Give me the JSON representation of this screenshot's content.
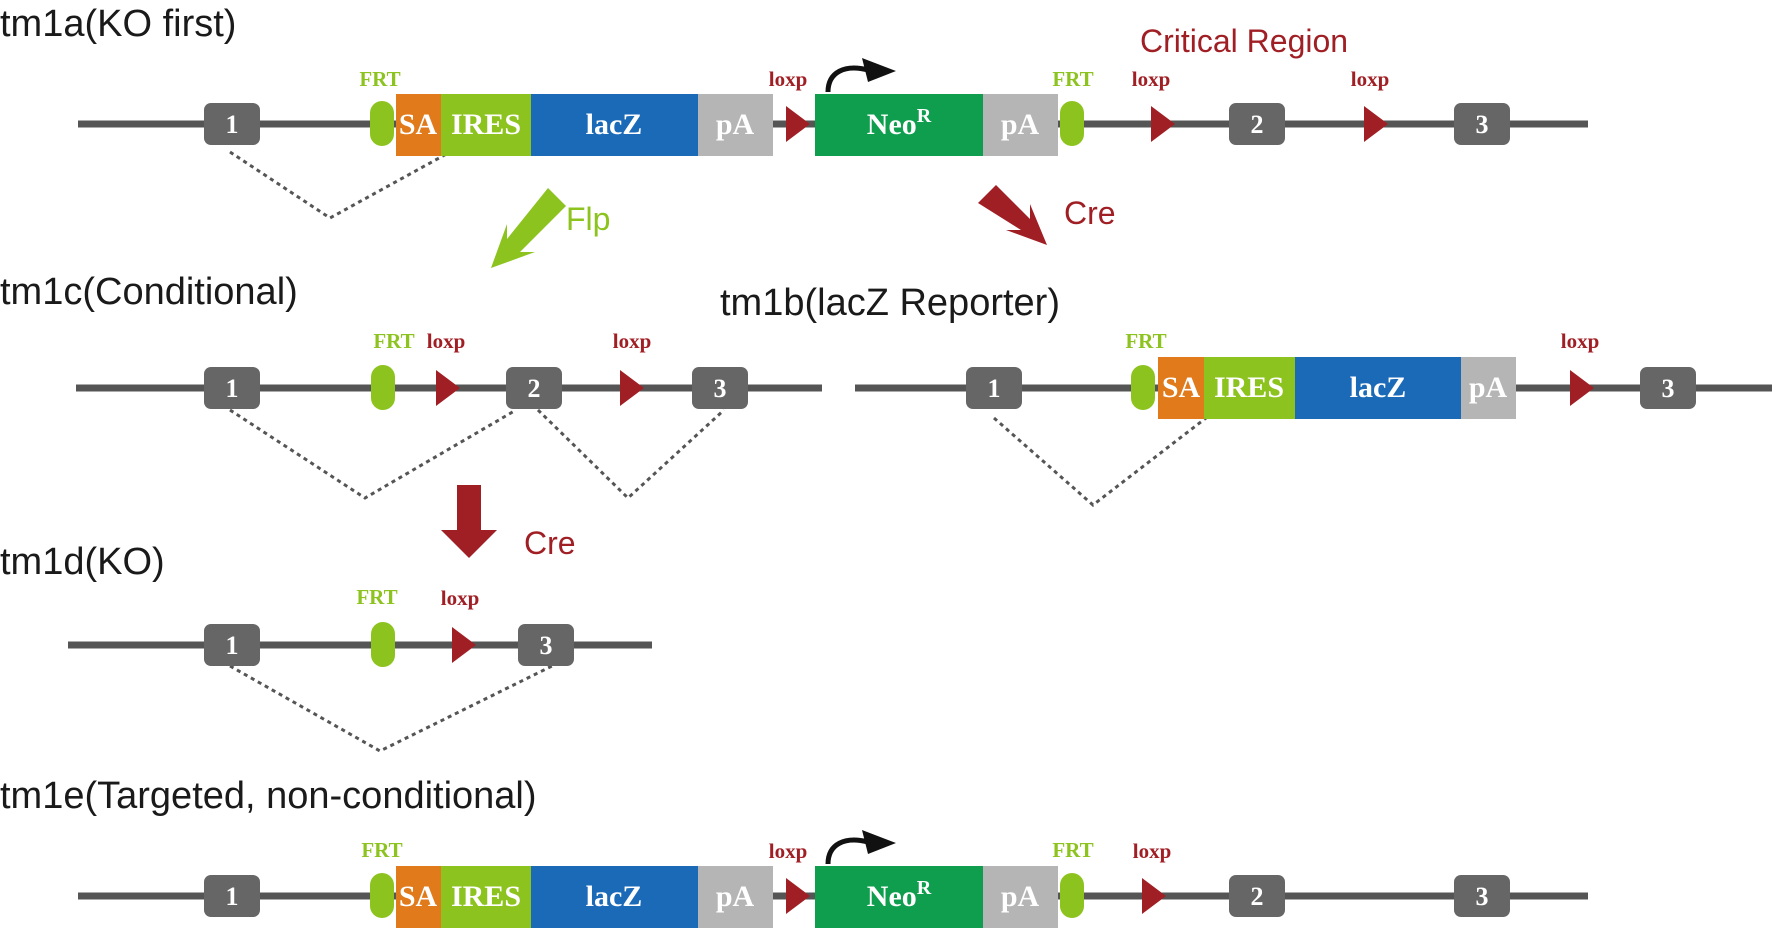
{
  "colors": {
    "line": "#555555",
    "exon": "#666666",
    "frt": "#8dc31f",
    "loxp": "#a01f24",
    "sa": "#e07a1b",
    "ires": "#8dc31f",
    "lacz": "#1a6ab8",
    "pa": "#b5b5b5",
    "neo": "#0e9e4e",
    "cre_arrow": "#a01f24",
    "flp_arrow": "#8dc31f"
  },
  "titles": {
    "tm1a": "tm1a(KO first)",
    "tm1c": "tm1c(Conditional)",
    "tm1b": "tm1b(lacZ Reporter)",
    "tm1d": "tm1d(KO)",
    "tm1e": "tm1e(Targeted, non-conditional)"
  },
  "labels": {
    "critical_region": "Critical Region",
    "flp": "Flp",
    "cre": "Cre",
    "frt": "FRT",
    "loxp": "loxp"
  },
  "exons": {
    "e1": "1",
    "e2": "2",
    "e3": "3"
  },
  "elements": {
    "sa": "SA",
    "ires": "IRES",
    "lacz": "lacZ",
    "pa": "pA",
    "neo": "Neo",
    "neo_sup": "R"
  },
  "icons": {
    "frt": "frt-site-icon",
    "loxp": "loxp-triangle-icon",
    "promoter": "promoter-arrow-icon",
    "flp_arrow": "flp-arrow-icon",
    "cre_arrow": "cre-arrow-icon"
  }
}
